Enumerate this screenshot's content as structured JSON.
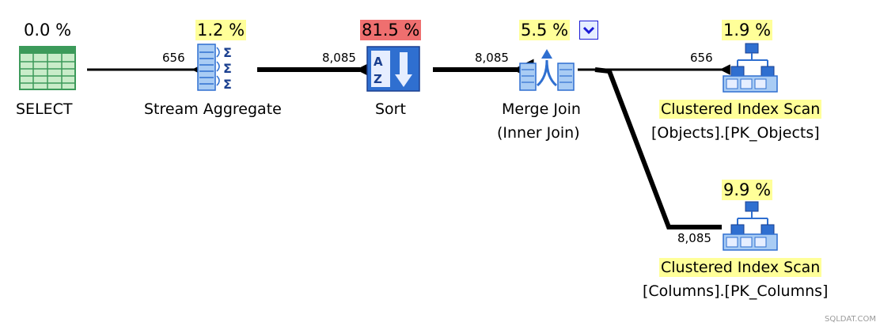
{
  "colors": {
    "highlight": "#ffff99",
    "hot": "#ef6f6f",
    "icon_blue": "#2f6fd0",
    "icon_light": "#a9ccf4",
    "grid_green": "#3c9a5a",
    "grid_fill": "#c9ecc9",
    "arrow": "#000000"
  },
  "operators": {
    "select": {
      "pct": "0.0 %",
      "label": "SELECT",
      "icon": "grid-table-icon"
    },
    "stream_aggregate": {
      "pct": "1.2 %",
      "label": "Stream Aggregate",
      "icon": "sigma-aggregate-icon"
    },
    "sort": {
      "pct": "81.5 %",
      "label": "Sort",
      "icon": "az-sort-icon"
    },
    "merge_join": {
      "pct": "5.5 %",
      "label": "Merge Join",
      "sublabel": "(Inner Join)",
      "icon": "merge-join-icon"
    },
    "scan_objects": {
      "pct": "1.9 %",
      "label": "Clustered Index Scan",
      "sublabel": "[Objects].[PK_Objects]",
      "icon": "clustered-index-scan-icon"
    },
    "scan_columns": {
      "pct": "9.9 %",
      "label": "Clustered Index Scan",
      "sublabel": "[Columns].[PK_Columns]",
      "icon": "clustered-index-scan-icon"
    }
  },
  "edges": {
    "agg_to_select": "656",
    "sort_to_agg": "8,085",
    "join_to_sort": "8,085",
    "objects_to_join": "656",
    "columns_to_join": "8,085"
  },
  "watermark": "SQLDAT.COM"
}
